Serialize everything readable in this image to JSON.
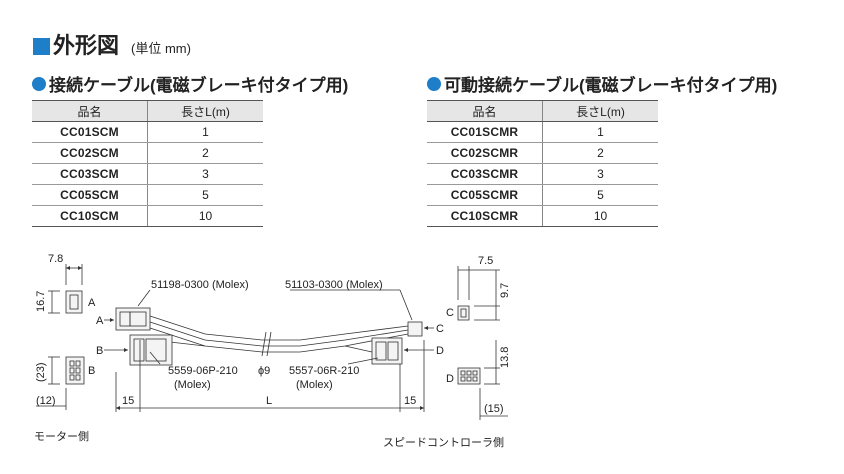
{
  "heading": {
    "title": "外形図",
    "unit": "(単位 mm)"
  },
  "table_left": {
    "title": "接続ケーブル(電磁ブレーキ付タイプ用)",
    "headers": [
      "品名",
      "長さL(m)"
    ],
    "rows": [
      {
        "name": "CC01SCM",
        "length": "1"
      },
      {
        "name": "CC02SCM",
        "length": "2"
      },
      {
        "name": "CC03SCM",
        "length": "3"
      },
      {
        "name": "CC05SCM",
        "length": "5"
      },
      {
        "name": "CC10SCM",
        "length": "10"
      }
    ]
  },
  "table_right": {
    "title": "可動接続ケーブル(電磁ブレーキ付タイプ用)",
    "headers": [
      "品名",
      "長さL(m)"
    ],
    "rows": [
      {
        "name": "CC01SCMR",
        "length": "1"
      },
      {
        "name": "CC02SCMR",
        "length": "2"
      },
      {
        "name": "CC03SCMR",
        "length": "3"
      },
      {
        "name": "CC05SCMR",
        "length": "5"
      },
      {
        "name": "CC10SCMR",
        "length": "10"
      }
    ]
  },
  "drawing": {
    "dims": {
      "motor_a_width": "7.8",
      "motor_a_height": "16.7",
      "motor_b_height": "(23)",
      "motor_b_width": "(12)",
      "left_end": "15",
      "length": "L",
      "right_end": "15",
      "diameter": "ϕ9",
      "ctrl_c_width": "7.5",
      "ctrl_c_height": "9.7",
      "ctrl_d_height": "13.8",
      "ctrl_d_width": "(15)"
    },
    "labels": {
      "a": "A",
      "b": "B",
      "c": "C",
      "d": "D",
      "part_a": "51198-0300 (Molex)",
      "part_c": "51103-0300 (Molex)",
      "part_b_1": "5559-06P-210",
      "part_b_2": "(Molex)",
      "part_d_1": "5557-06R-210",
      "part_d_2": "(Molex)",
      "motor_side": "モーター側",
      "controller_side": "スピードコントローラ側"
    }
  }
}
